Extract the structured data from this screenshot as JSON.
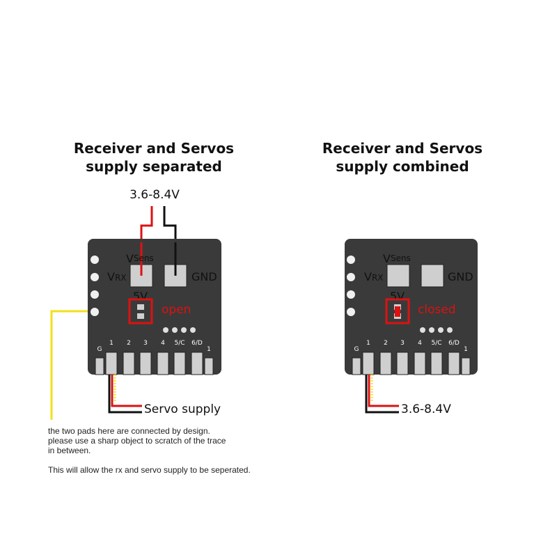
{
  "colors": {
    "board": "#3a3a3a",
    "pad": "#cfcfcf",
    "wire_red": "#dd1111",
    "wire_black": "#111111",
    "wire_signal": "#ffe030",
    "highlight": "#dd1111",
    "callout": "#f2e01a"
  },
  "panels": [
    {
      "title_line1": "Receiver and Servos",
      "title_line2": "supply separated",
      "top_wire_label": "3.6-8.4V",
      "vsens_label": "V",
      "vsens_sub": "Sens",
      "vrx_label": "V",
      "vrx_sub": "RX",
      "gnd_label": "GND",
      "fivev_label": "5V",
      "jumper_state": "open",
      "bottom_wire_label": "Servo supply",
      "pins": [
        "G",
        "1",
        "2",
        "3",
        "4",
        "5/C",
        "6/D",
        "1"
      ]
    },
    {
      "title_line1": "Receiver and Servos",
      "title_line2": "supply combined",
      "vsens_label": "V",
      "vsens_sub": "Sens",
      "vrx_label": "V",
      "vrx_sub": "RX",
      "gnd_label": "GND",
      "fivev_label": "5V",
      "jumper_state": "closed",
      "bottom_wire_label": "3.6-8.4V",
      "pins": [
        "G",
        "1",
        "2",
        "3",
        "4",
        "5/C",
        "6/D",
        "1"
      ]
    }
  ],
  "note": {
    "line1": "the two pads here are connected by design.\nplease use a sharp object to scratch of the trace\nin between.",
    "line2": "This will allow the rx and servo supply to be seperated."
  }
}
